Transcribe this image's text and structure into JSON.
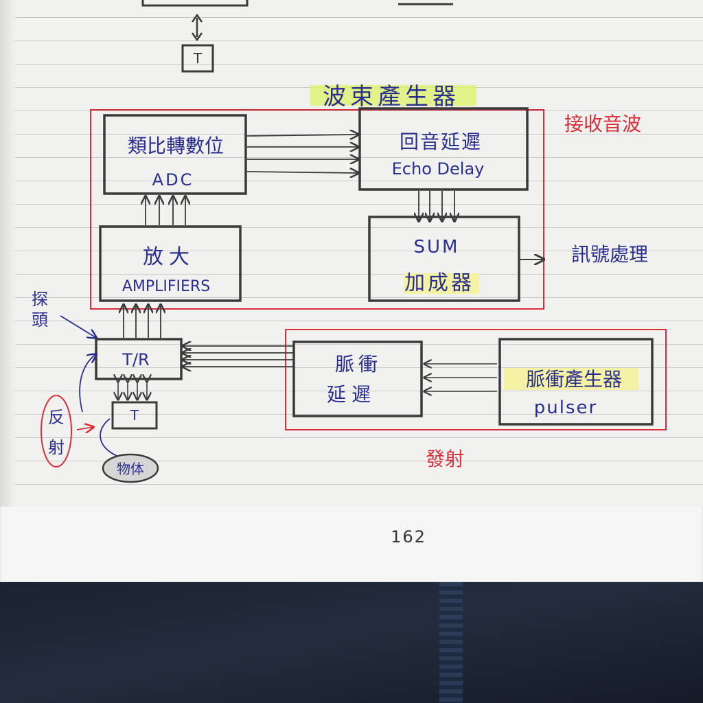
{
  "diagram": {
    "top_box_label": "T",
    "beamformer_title": "波束產生器",
    "receive_label": "接收音波",
    "transmit_label": "發射",
    "adc": {
      "zh": "類比轉數位",
      "en": "ADC"
    },
    "echo_delay": {
      "zh": "回音延遲",
      "en": "Echo Delay"
    },
    "amplifiers": {
      "zh": "放大",
      "en": "AMPLIFIERS"
    },
    "sum": {
      "en": "SUM",
      "zh": "加成器"
    },
    "signal_processing": "訊號處理",
    "probe_label": "探頭",
    "tr_box": "T/R",
    "t_box": "T",
    "reflect_label": "反射",
    "object_label": "物体",
    "pulse_delay": {
      "line1": "脈衝",
      "line2": "延遲"
    },
    "pulser": {
      "zh": "脈衝產生器",
      "en": "pulser"
    }
  },
  "page_number": "162",
  "colors": {
    "ink_blue": "#2a2f8f",
    "pencil": "#3a3a3a",
    "red_pen": "#d8303a",
    "highlight_green": "#dcf26a",
    "highlight_yellow": "#f4f39c"
  }
}
